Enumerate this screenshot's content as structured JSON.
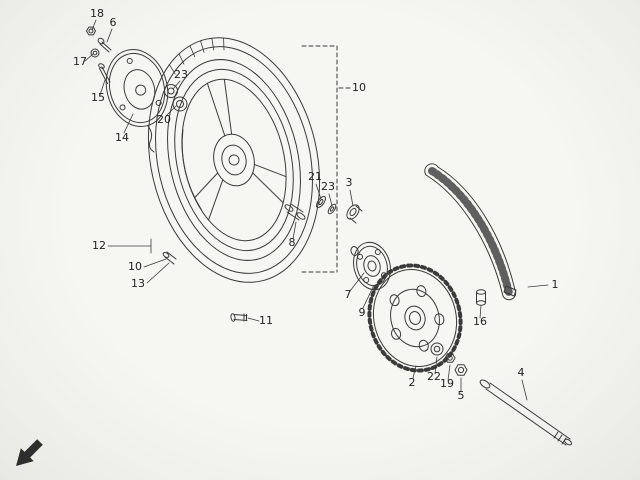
{
  "page": {
    "background": "#f2f2ef",
    "ink": "#3a3a3a"
  },
  "diagram": {
    "type": "exploded-parts-diagram",
    "subject": "rear wheel assembly with brake panel, sprocket, drive chain and axle",
    "labels": [
      {
        "part": "18"
      },
      {
        "part": "6"
      },
      {
        "part": "17"
      },
      {
        "part": "15"
      },
      {
        "part": "14"
      },
      {
        "part": "23"
      },
      {
        "part": "20"
      },
      {
        "part": "10"
      },
      {
        "part": "21"
      },
      {
        "part": "23"
      },
      {
        "part": "3"
      },
      {
        "part": "8"
      },
      {
        "part": "7"
      },
      {
        "part": "9"
      },
      {
        "part": "12"
      },
      {
        "part": "10"
      },
      {
        "part": "13"
      },
      {
        "part": "11"
      },
      {
        "part": "2"
      },
      {
        "part": "22"
      },
      {
        "part": "19"
      },
      {
        "part": "5"
      },
      {
        "part": "16"
      },
      {
        "part": "4"
      },
      {
        "part": "1"
      }
    ],
    "corner_arrow": {
      "glyph": "arrow-down-left",
      "meaning": "orientation-arrow"
    }
  }
}
